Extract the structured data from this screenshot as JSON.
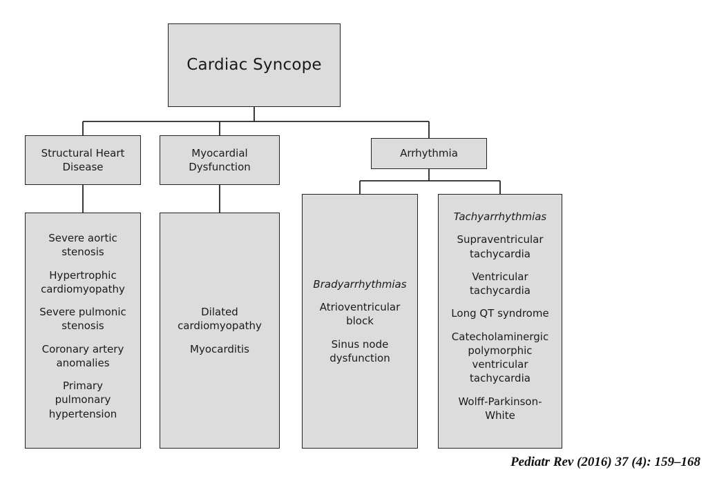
{
  "diagram": {
    "type": "flowchart",
    "title": "Cardiac Syncope classification",
    "root": {
      "label": "Cardiac Syncope"
    },
    "branches": [
      {
        "id": "structural",
        "header_lines": [
          "Structural Heart",
          "Disease"
        ],
        "items": [
          [
            "Severe aortic",
            "stenosis"
          ],
          [
            "Hypertrophic",
            "cardiomyopathy"
          ],
          [
            "Severe pulmonic",
            "stenosis"
          ],
          [
            "Coronary artery",
            "anomalies"
          ],
          [
            "Primary",
            "pulmonary",
            "hypertension"
          ]
        ]
      },
      {
        "id": "myocardial",
        "header_lines": [
          "Myocardial",
          "Dysfunction"
        ],
        "items": [
          [
            "Dilated",
            "cardiomyopathy"
          ],
          [
            "Myocarditis"
          ]
        ]
      },
      {
        "id": "arrhythmia",
        "header_lines": [
          "Arrhythmia"
        ],
        "subgroups": [
          {
            "id": "bradyarrhythmias",
            "title": "Bradyarrhythmias",
            "items": [
              [
                "Atrioventricular",
                "block"
              ],
              [
                "Sinus node",
                "dysfunction"
              ]
            ]
          },
          {
            "id": "tachyarrhythmias",
            "title": "Tachyarrhythmias",
            "items": [
              [
                "Supraventricular",
                "tachycardia"
              ],
              [
                "Ventricular",
                "tachycardia"
              ],
              [
                "Long QT syndrome"
              ],
              [
                "Catecholaminergic",
                "polymorphic",
                "ventricular",
                "tachycardia"
              ],
              [
                "Wolff-Parkinson-",
                "White"
              ]
            ]
          }
        ]
      }
    ],
    "citation": "Pediatr Rev (2016) 37 (4): 159–168",
    "colors": {
      "node_fill": "#dcdcdc",
      "node_border": "#222222",
      "text": "#1a1a1a",
      "background": "#ffffff"
    }
  }
}
